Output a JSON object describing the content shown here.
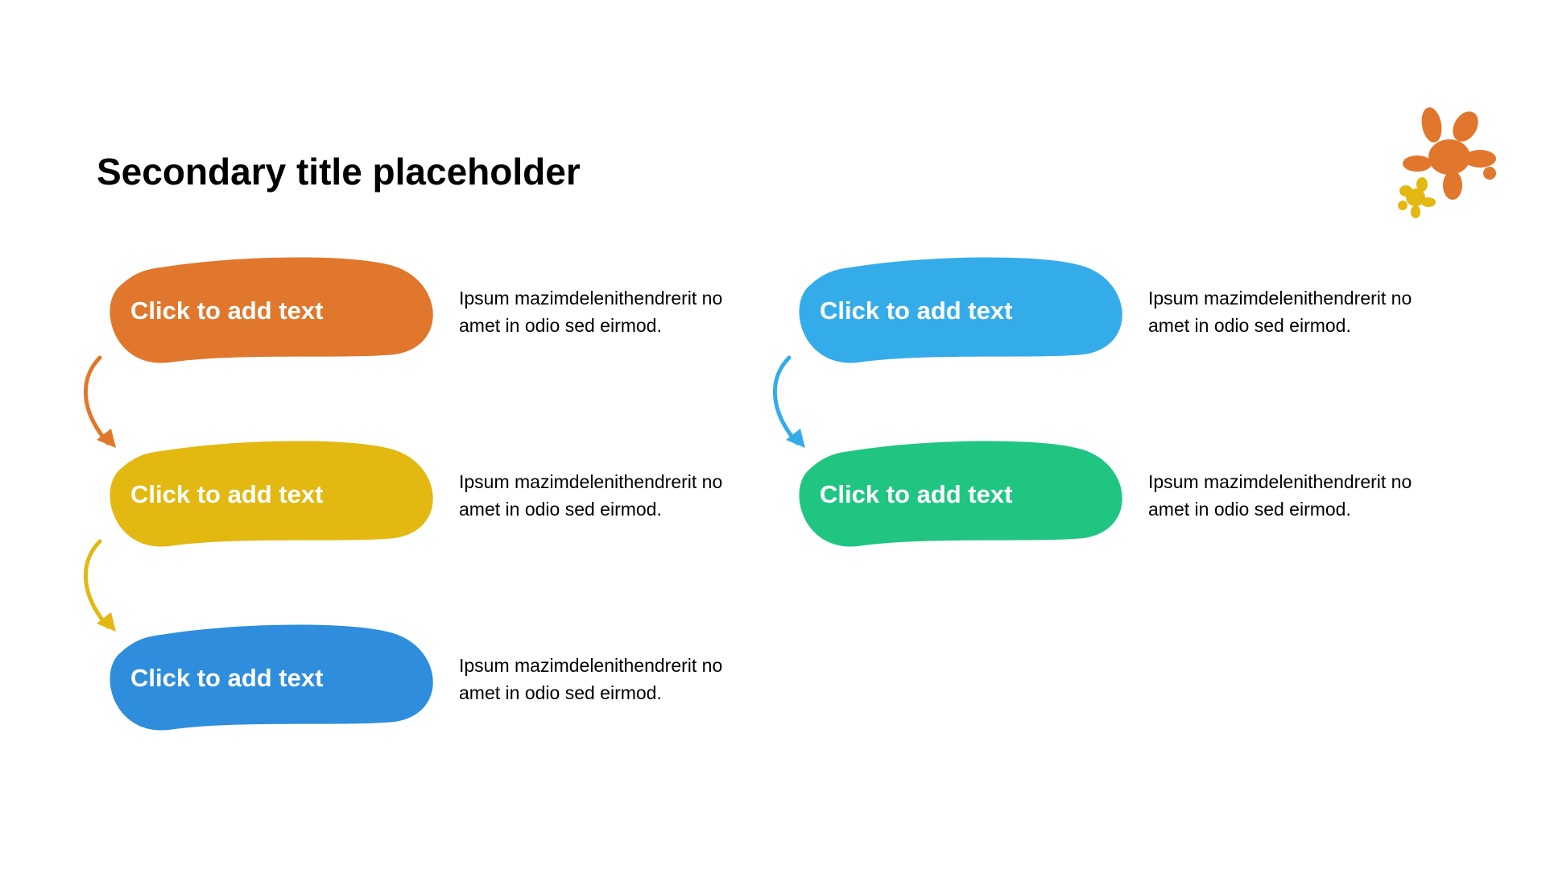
{
  "slide": {
    "title": "Secondary title placeholder",
    "steps": [
      {
        "label": "Click to add text",
        "description": "Ipsum mazimdelenithendrerit no amet in odio sed eirmod.",
        "color": "#E0772C"
      },
      {
        "label": "Click to add text",
        "description": "Ipsum mazimdelenithendrerit no amet in odio sed eirmod.",
        "color": "#E2B811"
      },
      {
        "label": "Click to add text",
        "description": "Ipsum mazimdelenithendrerit no amet in odio sed eirmod.",
        "color": "#2E8DDD"
      },
      {
        "label": "Click to add text",
        "description": "Ipsum mazimdelenithendrerit no amet in odio sed eirmod.",
        "color": "#35ACEA"
      },
      {
        "label": "Click to add text",
        "description": "Ipsum mazimdelenithendrerit no amet in odio sed eirmod.",
        "color": "#20C582"
      }
    ],
    "arrows": [
      {
        "color": "#E0772C"
      },
      {
        "color": "#E2B811"
      },
      {
        "color": "#35ACEA"
      }
    ],
    "decoration": {
      "icon": "paint-splat-icon",
      "colors": [
        "#E0772C",
        "#E2B811"
      ]
    }
  }
}
